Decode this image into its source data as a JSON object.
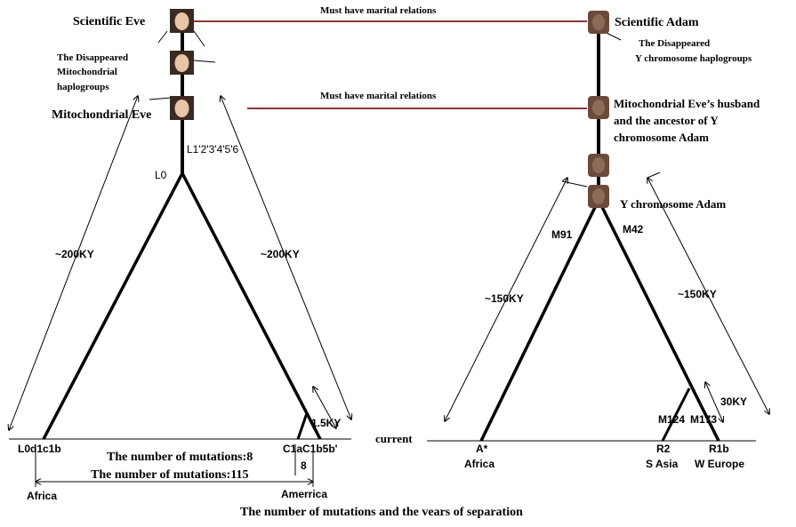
{
  "left_tree": {
    "scientific_eve": "Scientific Eve",
    "disappeared_mito_line1": "The Disappeared",
    "disappeared_mito_line2": "Mitochondrial",
    "disappeared_mito_line3": "haplogroups",
    "mitochondrial_eve": "Mitochondrial Eve",
    "branch_L0": "L0",
    "branch_L1": "L1'2'3'4'5'6",
    "left_span": "~200KY",
    "right_span": "~200KY",
    "small_span": "1.5KY",
    "leaf_left": "L0d1c1b",
    "leaf_c1a": "C1a",
    "leaf_c1b5b": "C1b5b'",
    "mutations_8": "The number of mutations:8",
    "mutations_115": "The number of mutations:115",
    "num_8": "8",
    "region_left": "Africa",
    "region_right": "Amerrica"
  },
  "right_tree": {
    "scientific_adam": "Scientific Adam",
    "disappeared_y_line1": "The Disappeared",
    "disappeared_y_line2": "Y chromosome haplogroups",
    "husband_line1": "Mitochondrial Eve’s husband",
    "husband_line2": "and the ancestor of Y",
    "husband_line3": "chromosome Adam",
    "y_adam": "Y chromosome Adam",
    "branch_M91": "M91",
    "branch_M42": "M42",
    "left_span": "~150KY",
    "right_span": "~150KY",
    "small_span": "30KY",
    "branch_M124": "M124",
    "branch_M173": "M173",
    "current": "current",
    "leaf_a": "A*",
    "leaf_r2": "R2",
    "leaf_r1b": "R1b",
    "region_africa": "Africa",
    "region_sasia": "S Asia",
    "region_weurope": "W Europe"
  },
  "relations": {
    "top": "Must have marital relations",
    "middle": "Must have marital relations"
  },
  "caption": "The number of mutations and the vears of separation",
  "colors": {
    "relation_line": "#8b3a3a",
    "tree_line": "#000000",
    "face_bg": "#6b4a3a"
  }
}
